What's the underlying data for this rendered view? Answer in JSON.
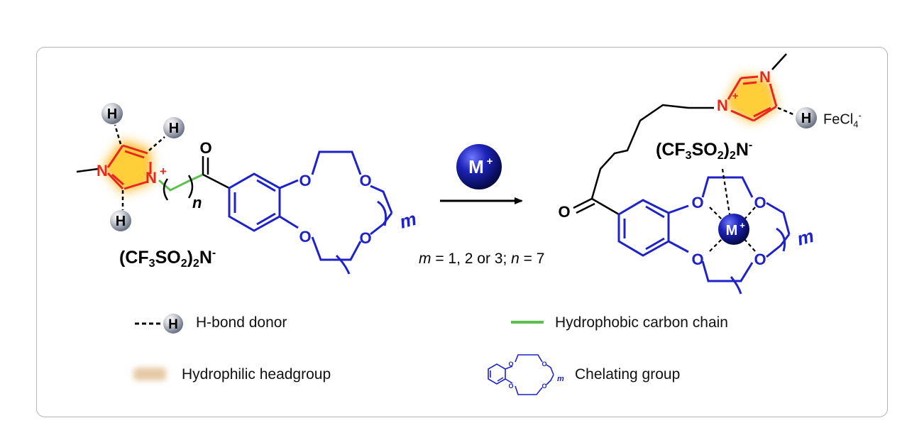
{
  "left": {
    "anion_parts": [
      "(CF",
      "3",
      "SO",
      "2",
      ")",
      "2",
      "N",
      "-"
    ],
    "n_label": "n",
    "m_label": "m",
    "atoms": {
      "N": "N",
      "O": "O",
      "H": "H",
      "charge": "+"
    }
  },
  "arrow": {
    "reagent": "M",
    "reagent_charge": "+",
    "conditions": [
      "m",
      " = 1, 2 or 3; ",
      "n",
      " = 7"
    ]
  },
  "right": {
    "anion_parts": [
      "(CF",
      "3",
      "SO",
      "2",
      ")",
      "2",
      "N",
      "-"
    ],
    "fecl_parts": [
      "FeCl",
      "4",
      "-"
    ],
    "metal": "M",
    "metal_charge": "+",
    "m_label": "m"
  },
  "legend": {
    "hbond": "H-bond donor",
    "hbond_atom": "H",
    "chain": "Hydrophobic carbon chain",
    "headgroup": "Hydrophilic headgroup",
    "chelating": "Chelating group"
  },
  "colors": {
    "nitrogen": "#e8281e",
    "crown": "#1f22c7",
    "chain": "#5cc04c",
    "glow": "#ffb21a",
    "frame": "#b5b5b5"
  }
}
